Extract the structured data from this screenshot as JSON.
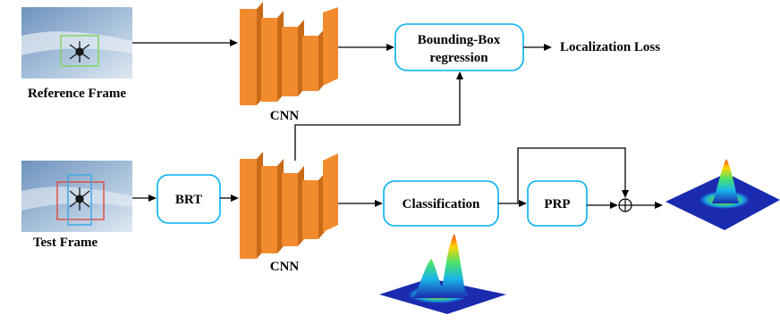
{
  "diagram": {
    "reference_frame": {
      "label": "Reference Frame",
      "box_color": "#7cd657"
    },
    "test_frame": {
      "label": "Test Frame",
      "box_colors": [
        "#e04a3a",
        "#3aa8e0"
      ]
    },
    "cnn_top": {
      "label": "CNN"
    },
    "cnn_bottom": {
      "label": "CNN"
    },
    "bbox_regression": {
      "line1": "Bounding-Box",
      "line2": "regression"
    },
    "localization_loss": {
      "label": "Localization Loss"
    },
    "brt": {
      "label": "BRT"
    },
    "classification": {
      "label": "Classification"
    },
    "prp": {
      "label": "PRP"
    },
    "sum_node": {
      "symbol": "⊕"
    },
    "colors": {
      "module_border": "#00b0f0",
      "cnn_plate": "#f28a2e",
      "sky": "#8fb0cf"
    }
  }
}
